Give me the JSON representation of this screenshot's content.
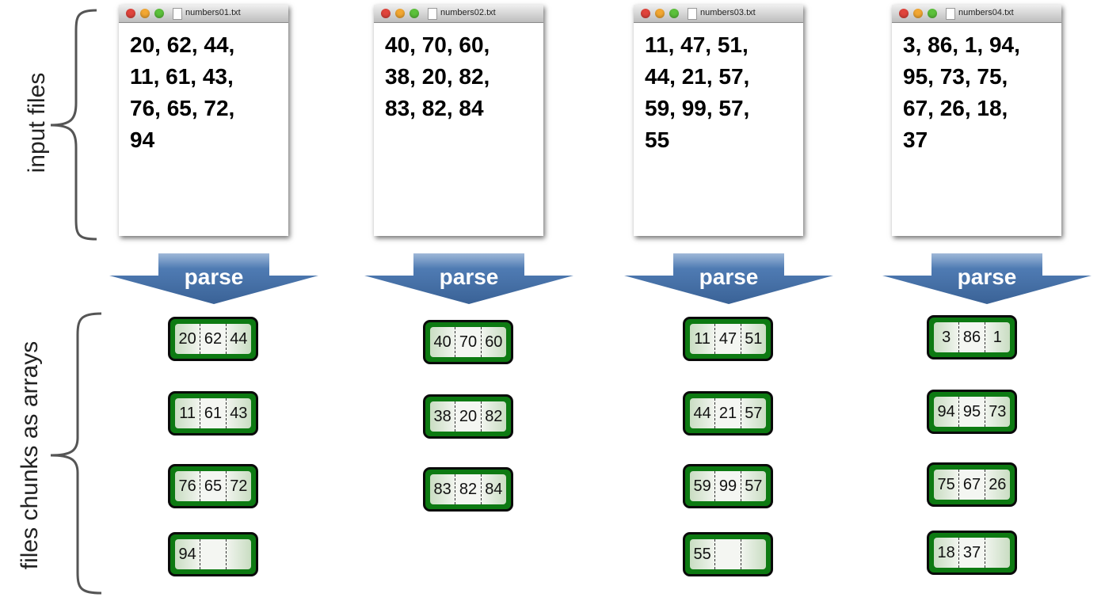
{
  "labels": {
    "input_files": "input files",
    "chunks": "files chunks as arrays"
  },
  "arrow_label": "parse",
  "files": [
    {
      "name": "numbers01.txt",
      "content": "20, 62, 44,\n11, 61, 43,\n76, 65, 72,\n94",
      "chunks": [
        [
          "20",
          "62",
          "44"
        ],
        [
          "11",
          "61",
          "43"
        ],
        [
          "76",
          "65",
          "72"
        ],
        [
          "94",
          "",
          ""
        ]
      ]
    },
    {
      "name": "numbers02.txt",
      "content": "40, 70, 60,\n38, 20, 82,\n83, 82, 84",
      "chunks": [
        [
          "40",
          "70",
          "60"
        ],
        [
          "38",
          "20",
          "82"
        ],
        [
          "83",
          "82",
          "84"
        ]
      ]
    },
    {
      "name": "numbers03.txt",
      "content": "11, 47, 51,\n44, 21, 57,\n59, 99, 57,\n55",
      "chunks": [
        [
          "11",
          "47",
          "51"
        ],
        [
          "44",
          "21",
          "57"
        ],
        [
          "59",
          "99",
          "57"
        ],
        [
          "55",
          "",
          ""
        ]
      ]
    },
    {
      "name": "numbers04.txt",
      "content": "3, 86, 1, 94,\n95, 73, 75,\n67, 26, 18,\n37",
      "chunks": [
        [
          "3",
          "86",
          "1"
        ],
        [
          "94",
          "95",
          "73"
        ],
        [
          "75",
          "67",
          "26"
        ],
        [
          "18",
          "37",
          ""
        ]
      ]
    }
  ],
  "colors": {
    "arrow": "#4a76b0",
    "chunk_border": "#0d7a12"
  }
}
